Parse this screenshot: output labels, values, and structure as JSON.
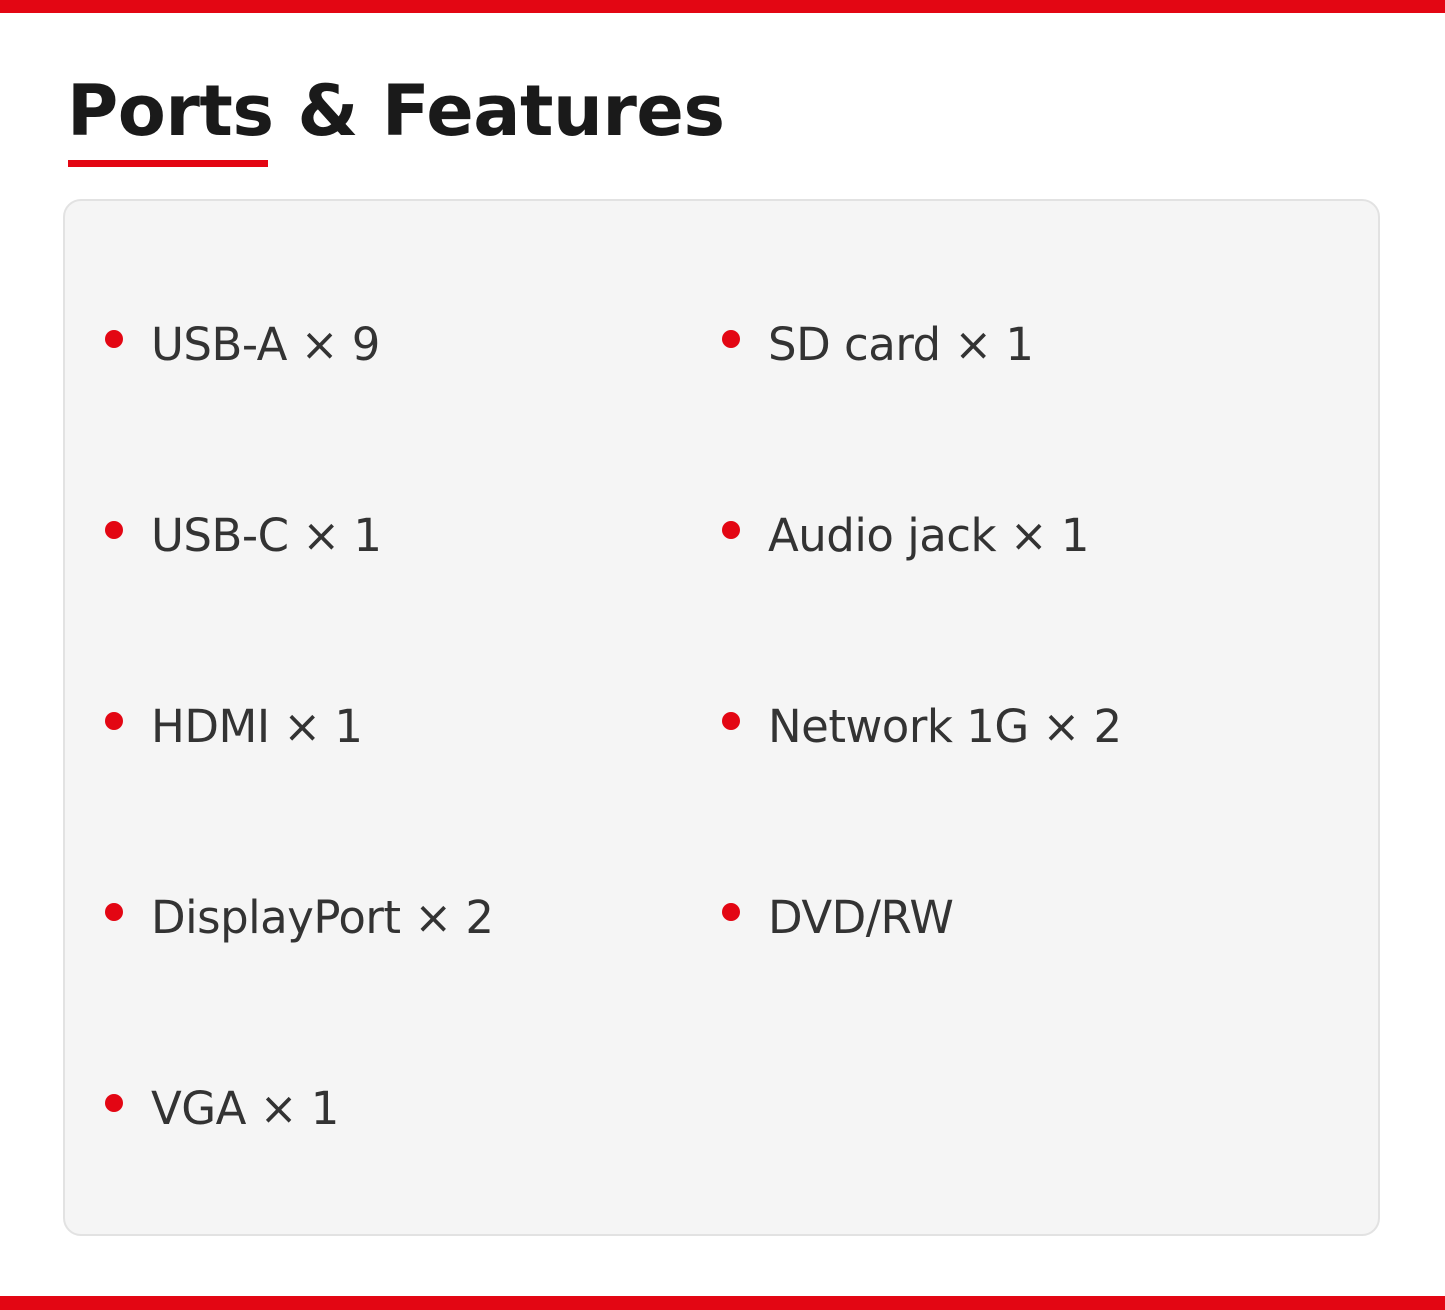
{
  "header": {
    "title": "Ports & Features"
  },
  "features": {
    "left": [
      "USB-A × 9",
      "USB-C × 1",
      "HDMI × 1",
      "DisplayPort × 2",
      "VGA × 1"
    ],
    "right": [
      "SD card × 1",
      "Audio jack × 1",
      "Network 1G × 2",
      "DVD/RW"
    ]
  },
  "colors": {
    "accent": "#e30613",
    "panel_background": "#f5f5f5",
    "text": "#333333",
    "title_text": "#1a1a1a"
  },
  "icons": {
    "bullet": "red-dot-icon"
  }
}
